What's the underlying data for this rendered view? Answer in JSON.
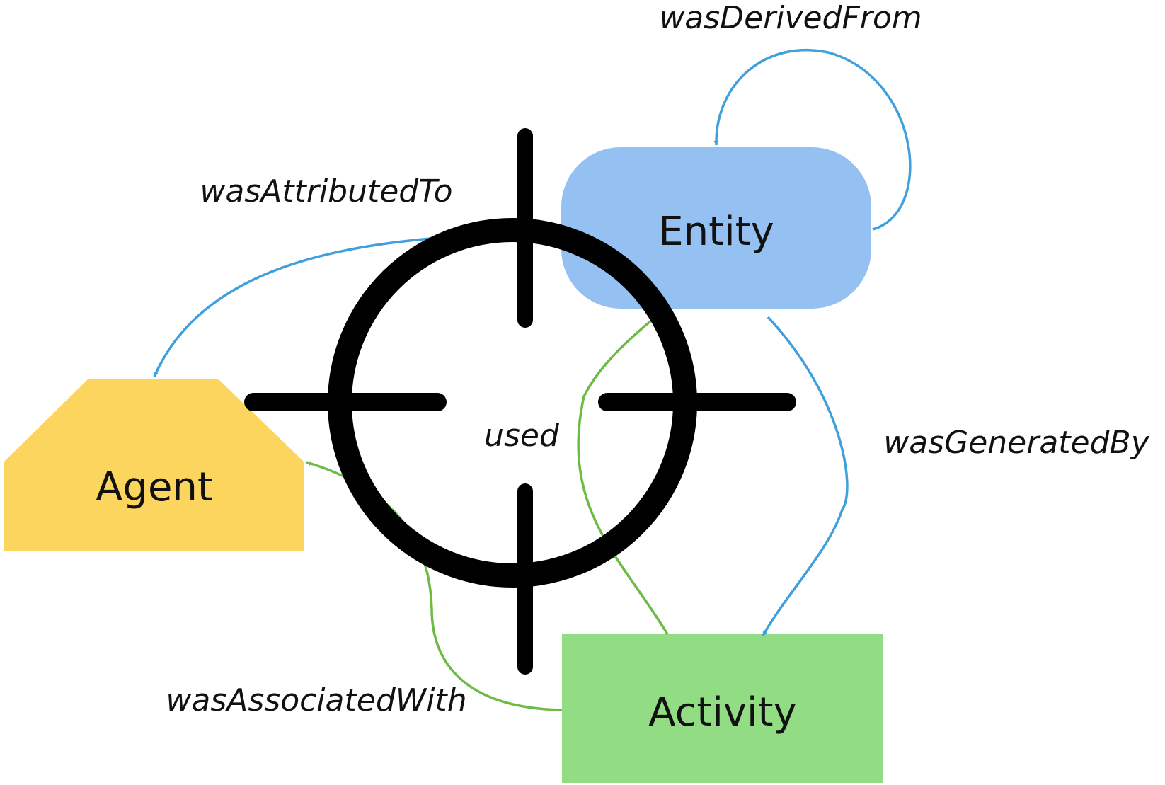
{
  "nodes": {
    "entity": {
      "label": "Entity",
      "fill": "#94C1F2",
      "stroke": "#7EB0E6"
    },
    "agent": {
      "label": "Agent",
      "fill": "#FCD55F",
      "stroke": "#F3C843"
    },
    "activity": {
      "label": "Activity",
      "fill": "#92DD84",
      "stroke": "#79CC6B"
    }
  },
  "edges": {
    "was_derived_from": {
      "label": "wasDerivedFrom",
      "color": "#3FA0DC"
    },
    "was_attributed_to": {
      "label": "wasAttributedTo",
      "color": "#3FA0DC"
    },
    "was_generated_by": {
      "label": "wasGeneratedBy",
      "color": "#3FA0DC"
    },
    "used": {
      "label": "used",
      "color": "#6CBB45"
    },
    "was_associated_with": {
      "label": "wasAssociatedWith",
      "color": "#6CBB45"
    }
  },
  "overlay": {
    "icon": "crosshair-icon",
    "color": "#000000"
  }
}
